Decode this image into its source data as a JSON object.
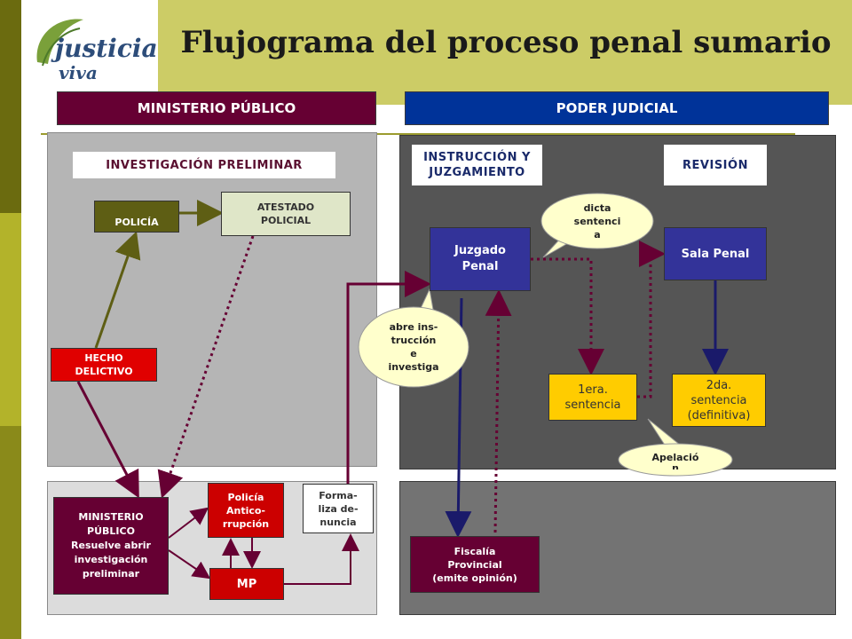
{
  "title": "Flujograma del proceso penal sumario",
  "logo": {
    "line1": "justicia",
    "line2": "viva"
  },
  "sections": {
    "ministerio_publico": "MINISTERIO PÚBLICO",
    "poder_judicial": "PODER JUDICIAL"
  },
  "labels": {
    "investigacion": "INVESTIGACIÓN PRELIMINAR",
    "instruccion_l1": "INSTRUCCIÓN Y",
    "instruccion_l2": "JUZGAMIENTO",
    "revision": "REVISIÓN"
  },
  "nodes": {
    "policia": "POLICÍA",
    "atestado_l1": "ATESTADO",
    "atestado_l2": "POLICIAL",
    "hecho_l1": "HECHO",
    "hecho_l2": "DELICTIVO",
    "ministerio_l1": "MINISTERIO",
    "ministerio_l2": "PÚBLICO",
    "ministerio_l3": "Resuelve abrir",
    "ministerio_l4": "investigación",
    "ministerio_l5": "preliminar",
    "anticorr_l1": "Policía",
    "anticorr_l2": "Antico-",
    "anticorr_l3": "rrupción",
    "mp": "MP",
    "formaliza_l1": "Forma-",
    "formaliza_l2": "liza de-",
    "formaliza_l3": "nuncia",
    "juzgado_l1": "Juzgado",
    "juzgado_l2": "Penal",
    "sala": "Sala Penal",
    "sent1_l1": "1era.",
    "sent1_l2": "sentencia",
    "sent2_l1": "2da.",
    "sent2_l2": "sentencia",
    "sent2_l3": "(definitiva)",
    "fiscalia_l1": "Fiscalía",
    "fiscalia_l2": "Provincial",
    "fiscalia_l3": "(emite opinión)"
  },
  "bubbles": {
    "dicta_l1": "dicta",
    "dicta_l2": "sentenci",
    "dicta_l3": "a",
    "abre_l1": "abre ins-",
    "abre_l2": "trucción",
    "abre_l3": "e",
    "abre_l4": "investiga",
    "apel_l1": "Apelació",
    "apel_l2": "n"
  },
  "colors": {
    "maroon": "#660033",
    "navy": "#003399",
    "olive": "#5e5e14",
    "red": "#cc0000",
    "yellow": "#ffcc00",
    "bubble": "#ffffcc"
  }
}
